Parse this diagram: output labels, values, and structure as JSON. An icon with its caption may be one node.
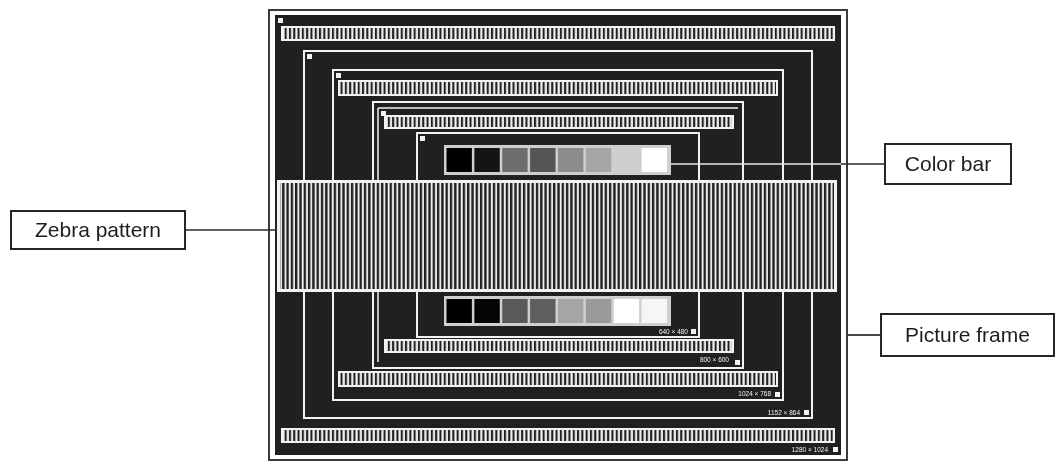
{
  "diagram": {
    "nodes": [
      {
        "text": [
          "Zebra pattern"
        ]
      },
      {
        "text": [],
        "shape": "box"
      },
      {
        "text": [],
        "shape": "bar",
        "in": 1
      },
      {
        "text": [],
        "shape": "bar",
        "in": 1
      },
      {
        "text": [],
        "shape": "bar",
        "in": 1
      },
      {
        "text": [
          "Color bar"
        ]
      },
      {
        "text": [
          "Picture frame"
        ]
      }
    ],
    "edges": [
      {
        "from": 0,
        "to": 3,
        "arrow": "none"
      },
      {
        "from": 5,
        "to": 2,
        "arrow": "none"
      },
      {
        "from": 6,
        "to": 1,
        "arrow": "none"
      }
    ],
    "labels": [
      "640 × 480",
      "800 × 600",
      "1024 × 768",
      "1152 × 864",
      "1280 × 1024"
    ]
  }
}
